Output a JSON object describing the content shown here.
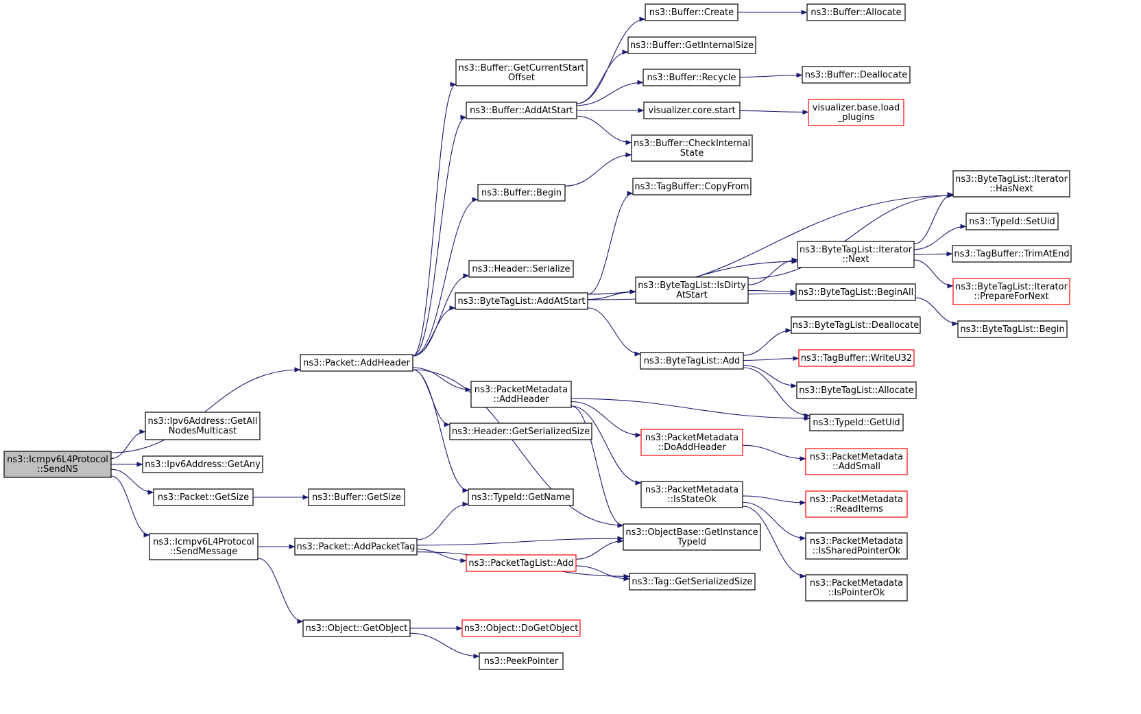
{
  "colors": {
    "edge": "#191970",
    "border_normal": "#000000",
    "border_truncated": "#ff0000",
    "root_fill": "#bfbfbf",
    "node_fill": "#ffffff"
  },
  "nodes": [
    {
      "id": "sendns",
      "lines": [
        "ns3::Icmpv6L4Protocol",
        "::SendNS"
      ],
      "style": "root"
    },
    {
      "id": "addheader",
      "lines": [
        "ns3::Packet::AddHeader"
      ],
      "style": "normal"
    },
    {
      "id": "getallnodes",
      "lines": [
        "ns3::Ipv6Address::GetAll",
        "NodesMulticast"
      ],
      "style": "normal"
    },
    {
      "id": "getany",
      "lines": [
        "ns3::Ipv6Address::GetAny"
      ],
      "style": "normal"
    },
    {
      "id": "pgetsize",
      "lines": [
        "ns3::Packet::GetSize"
      ],
      "style": "normal"
    },
    {
      "id": "sendmessage",
      "lines": [
        "ns3::Icmpv6L4Protocol",
        "::SendMessage"
      ],
      "style": "normal"
    },
    {
      "id": "bgetsize",
      "lines": [
        "ns3::Buffer::GetSize"
      ],
      "style": "normal"
    },
    {
      "id": "addpackettag",
      "lines": [
        "ns3::Packet::AddPacketTag"
      ],
      "style": "normal"
    },
    {
      "id": "getobject",
      "lines": [
        "ns3::Object::GetObject"
      ],
      "style": "normal"
    },
    {
      "id": "getcurrentstart",
      "lines": [
        "ns3::Buffer::GetCurrentStart",
        "Offset"
      ],
      "style": "normal"
    },
    {
      "id": "baddatstart",
      "lines": [
        "ns3::Buffer::AddAtStart"
      ],
      "style": "normal"
    },
    {
      "id": "bbegin",
      "lines": [
        "ns3::Buffer::Begin"
      ],
      "style": "normal"
    },
    {
      "id": "hserialize",
      "lines": [
        "ns3::Header::Serialize"
      ],
      "style": "normal"
    },
    {
      "id": "btladdatstart",
      "lines": [
        "ns3::ByteTagList::AddAtStart"
      ],
      "style": "normal"
    },
    {
      "id": "pmaddheader",
      "lines": [
        "ns3::PacketMetadata",
        "::AddHeader"
      ],
      "style": "normal"
    },
    {
      "id": "hgetserialized",
      "lines": [
        "ns3::Header::GetSerializedSize"
      ],
      "style": "normal"
    },
    {
      "id": "getname",
      "lines": [
        "ns3::TypeId::GetName"
      ],
      "style": "normal"
    },
    {
      "id": "ptladd",
      "lines": [
        "ns3::PacketTagList::Add"
      ],
      "style": "truncated"
    },
    {
      "id": "dogetobject",
      "lines": [
        "ns3::Object::DoGetObject"
      ],
      "style": "truncated"
    },
    {
      "id": "peekpointer",
      "lines": [
        "ns3::PeekPointer"
      ],
      "style": "normal"
    },
    {
      "id": "bcreate",
      "lines": [
        "ns3::Buffer::Create"
      ],
      "style": "normal"
    },
    {
      "id": "bgetinternalsize",
      "lines": [
        "ns3::Buffer::GetInternalSize"
      ],
      "style": "normal"
    },
    {
      "id": "brecycle",
      "lines": [
        "ns3::Buffer::Recycle"
      ],
      "style": "normal"
    },
    {
      "id": "vcorestart",
      "lines": [
        "visualizer.core.start"
      ],
      "style": "normal"
    },
    {
      "id": "bcheckinternal",
      "lines": [
        "ns3::Buffer::CheckInternal",
        "State"
      ],
      "style": "normal"
    },
    {
      "id": "tbcopyfrom",
      "lines": [
        "ns3::TagBuffer::CopyFrom"
      ],
      "style": "normal"
    },
    {
      "id": "btlisdirty",
      "lines": [
        "ns3::ByteTagList::IsDirty",
        "AtStart"
      ],
      "style": "normal"
    },
    {
      "id": "btladd",
      "lines": [
        "ns3::ByteTagList::Add"
      ],
      "style": "normal"
    },
    {
      "id": "pmdoaddheader",
      "lines": [
        "ns3::PacketMetadata",
        "::DoAddHeader"
      ],
      "style": "truncated"
    },
    {
      "id": "pmisstateok",
      "lines": [
        "ns3::PacketMetadata",
        "::IsStateOk"
      ],
      "style": "normal"
    },
    {
      "id": "obgetinstance",
      "lines": [
        "ns3::ObjectBase::GetInstance",
        "TypeId"
      ],
      "style": "normal"
    },
    {
      "id": "taggetserialized",
      "lines": [
        "ns3::Tag::GetSerializedSize"
      ],
      "style": "normal"
    },
    {
      "id": "ballocate",
      "lines": [
        "ns3::Buffer::Allocate"
      ],
      "style": "normal"
    },
    {
      "id": "bdeallocate",
      "lines": [
        "ns3::Buffer::Deallocate"
      ],
      "style": "normal"
    },
    {
      "id": "vbaseload",
      "lines": [
        "visualizer.base.load",
        "_plugins"
      ],
      "style": "truncated"
    },
    {
      "id": "btlihasnext",
      "lines": [
        "ns3::ByteTagList::Iterator",
        "::HasNext"
      ],
      "style": "normal"
    },
    {
      "id": "btlinext",
      "lines": [
        "ns3::ByteTagList::Iterator",
        "::Next"
      ],
      "style": "normal"
    },
    {
      "id": "btlbeginall",
      "lines": [
        "ns3::ByteTagList::BeginAll"
      ],
      "style": "normal"
    },
    {
      "id": "btldeallocate",
      "lines": [
        "ns3::ByteTagList::Deallocate"
      ],
      "style": "normal"
    },
    {
      "id": "tbwriteu32",
      "lines": [
        "ns3::TagBuffer::WriteU32"
      ],
      "style": "truncated"
    },
    {
      "id": "btlallocate",
      "lines": [
        "ns3::ByteTagList::Allocate"
      ],
      "style": "normal"
    },
    {
      "id": "typegetuid",
      "lines": [
        "ns3::TypeId::GetUid"
      ],
      "style": "normal"
    },
    {
      "id": "pmaddsmall",
      "lines": [
        "ns3::PacketMetadata",
        "::AddSmall"
      ],
      "style": "truncated"
    },
    {
      "id": "pmreaditems",
      "lines": [
        "ns3::PacketMetadata",
        "::ReadItems"
      ],
      "style": "truncated"
    },
    {
      "id": "pmissharedptr",
      "lines": [
        "ns3::PacketMetadata",
        "::IsSharedPointerOk"
      ],
      "style": "normal"
    },
    {
      "id": "pmispointerok",
      "lines": [
        "ns3::PacketMetadata",
        "::IsPointerOk"
      ],
      "style": "normal"
    },
    {
      "id": "typesetuid",
      "lines": [
        "ns3::TypeId::SetUid"
      ],
      "style": "normal"
    },
    {
      "id": "tbtrimatend",
      "lines": [
        "ns3::TagBuffer::TrimAtEnd"
      ],
      "style": "normal"
    },
    {
      "id": "btlipreparefornext",
      "lines": [
        "ns3::ByteTagList::Iterator",
        "::PrepareForNext"
      ],
      "style": "truncated"
    },
    {
      "id": "btlbegin",
      "lines": [
        "ns3::ByteTagList::Begin"
      ],
      "style": "normal"
    }
  ],
  "edges": [
    [
      "sendns",
      "addheader"
    ],
    [
      "sendns",
      "getallnodes"
    ],
    [
      "sendns",
      "getany"
    ],
    [
      "sendns",
      "pgetsize"
    ],
    [
      "sendns",
      "sendmessage"
    ],
    [
      "pgetsize",
      "bgetsize"
    ],
    [
      "sendmessage",
      "addpackettag"
    ],
    [
      "sendmessage",
      "getobject"
    ],
    [
      "addheader",
      "getcurrentstart"
    ],
    [
      "addheader",
      "baddatstart"
    ],
    [
      "addheader",
      "bbegin"
    ],
    [
      "addheader",
      "hserialize"
    ],
    [
      "addheader",
      "btladdatstart"
    ],
    [
      "addheader",
      "pmaddheader"
    ],
    [
      "addheader",
      "hgetserialized"
    ],
    [
      "addheader",
      "getname"
    ],
    [
      "addheader",
      "obgetinstance"
    ],
    [
      "baddatstart",
      "bcreate"
    ],
    [
      "baddatstart",
      "bgetinternalsize"
    ],
    [
      "baddatstart",
      "brecycle"
    ],
    [
      "baddatstart",
      "vcorestart"
    ],
    [
      "baddatstart",
      "bcheckinternal"
    ],
    [
      "bbegin",
      "bcheckinternal"
    ],
    [
      "bcreate",
      "ballocate"
    ],
    [
      "brecycle",
      "bdeallocate"
    ],
    [
      "vcorestart",
      "vbaseload"
    ],
    [
      "btladdatstart",
      "tbcopyfrom"
    ],
    [
      "btladdatstart",
      "btlihasnext"
    ],
    [
      "btladdatstart",
      "btlinext"
    ],
    [
      "btladdatstart",
      "btlisdirty"
    ],
    [
      "btladdatstart",
      "btlbeginall"
    ],
    [
      "btladdatstart",
      "btladd"
    ],
    [
      "btlisdirty",
      "btlihasnext"
    ],
    [
      "btlisdirty",
      "btlinext"
    ],
    [
      "btlisdirty",
      "btlbeginall"
    ],
    [
      "btlinext",
      "btlihasnext"
    ],
    [
      "btlinext",
      "typesetuid"
    ],
    [
      "btlinext",
      "tbtrimatend"
    ],
    [
      "btlinext",
      "btlipreparefornext"
    ],
    [
      "btlbeginall",
      "btlbegin"
    ],
    [
      "btladd",
      "btldeallocate"
    ],
    [
      "btladd",
      "tbwriteu32"
    ],
    [
      "btladd",
      "btlallocate"
    ],
    [
      "btladd",
      "typegetuid"
    ],
    [
      "pmaddheader",
      "typegetuid"
    ],
    [
      "pmaddheader",
      "pmdoaddheader"
    ],
    [
      "pmaddheader",
      "pmisstateok"
    ],
    [
      "pmaddheader",
      "obgetinstance"
    ],
    [
      "pmdoaddheader",
      "pmaddsmall"
    ],
    [
      "pmisstateok",
      "pmreaditems"
    ],
    [
      "pmisstateok",
      "pmissharedptr"
    ],
    [
      "pmisstateok",
      "pmispointerok"
    ],
    [
      "addpackettag",
      "getname"
    ],
    [
      "addpackettag",
      "obgetinstance"
    ],
    [
      "addpackettag",
      "ptladd"
    ],
    [
      "addpackettag",
      "taggetserialized"
    ],
    [
      "ptladd",
      "obgetinstance"
    ],
    [
      "ptladd",
      "taggetserialized"
    ],
    [
      "getobject",
      "dogetobject"
    ],
    [
      "getobject",
      "peekpointer"
    ]
  ]
}
